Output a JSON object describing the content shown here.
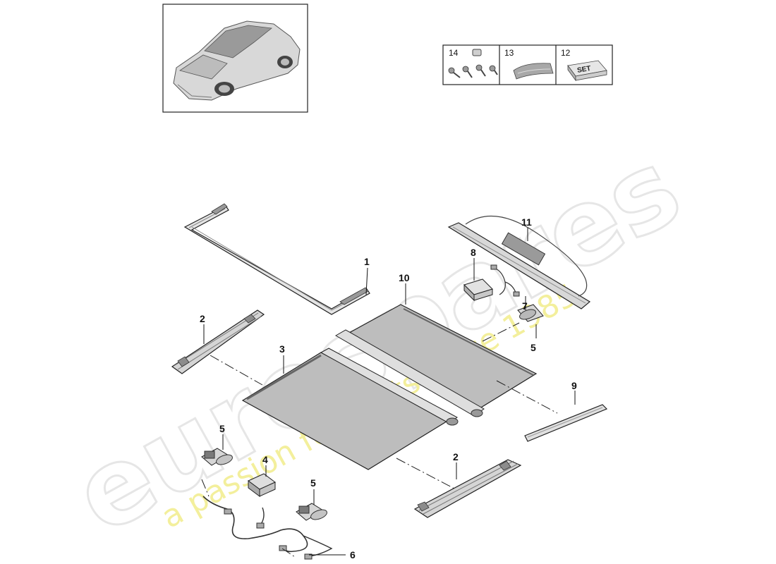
{
  "watermark": {
    "brand": "eurospares",
    "tagline": "a passion for parts since 1985"
  },
  "legend": {
    "cells": [
      {
        "number": "14",
        "icon": "screws-and-clip-icon"
      },
      {
        "number": "13",
        "icon": "tape-strip-icon"
      },
      {
        "number": "12",
        "icon": "set-box-icon",
        "box_text": "SET"
      }
    ]
  },
  "callouts": {
    "c1": "1",
    "c2_top": "2",
    "c2_bottom": "2",
    "c3": "3",
    "c4": "4",
    "c5_right": "5",
    "c5_left": "5",
    "c5_bottom": "5",
    "c6": "6",
    "c7": "7",
    "c8": "8",
    "c9": "9",
    "c10": "10",
    "c11": "11"
  },
  "colors": {
    "line": "#1a1a1a",
    "part_fill": "#d9d9d9",
    "part_dark": "#8c8c8c",
    "shade_fill": "#bdbdbd",
    "watermark_yellow": "#f3ef9c"
  }
}
